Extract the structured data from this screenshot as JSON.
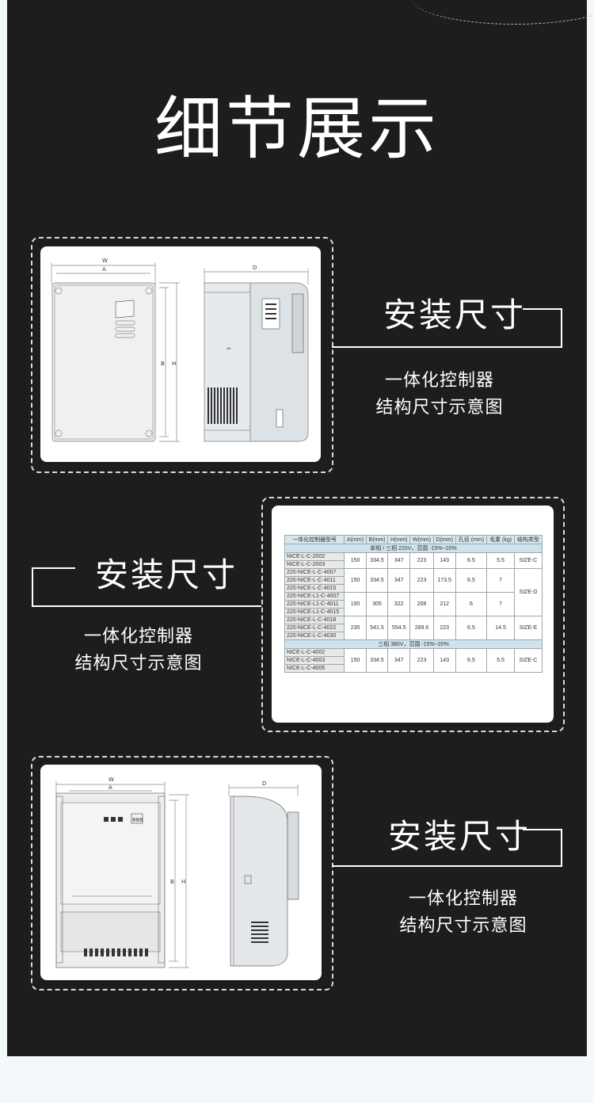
{
  "page": {
    "title": "细节展示"
  },
  "sections": [
    {
      "heading": "安装尺寸",
      "sub1": "一体化控制器",
      "sub2": "结构尺寸示意图"
    },
    {
      "heading": "安装尺寸",
      "sub1": "一体化控制器",
      "sub2": "结构尺寸示意图"
    },
    {
      "heading": "安装尺寸",
      "sub1": "一体化控制器",
      "sub2": "结构尺寸示意图"
    }
  ],
  "drawing1": {
    "w": "W",
    "a": "A",
    "d": "D",
    "b": "B",
    "h": "H",
    "arrow": "^"
  },
  "drawing3": {
    "w": "W",
    "a": "A",
    "d": "D",
    "b": "B",
    "h": "H",
    "display": "888"
  },
  "table": {
    "headers": [
      "一体化控制器型号",
      "A(mm)",
      "B(mm)",
      "H(mm)",
      "W(mm)",
      "D(mm)",
      "孔径 (mm)",
      "毛重 (kg)",
      "结构类型"
    ],
    "band1": "单相 / 三相 220V，范围 -15%~20%",
    "band2": "三相 380V，范围 -15%~20%",
    "g1": {
      "models": [
        "NICE-L-C-2002",
        "NICE-L-C-2003"
      ],
      "vals": [
        "150",
        "334.5",
        "347",
        "223",
        "143",
        "6.5",
        "5.5"
      ],
      "size": "SIZE-C"
    },
    "g2": {
      "models": [
        "220-NICE-L-C-4007",
        "220-NICE-L-C-4011",
        "220-NICE-L-C-4015"
      ],
      "vals": [
        "150",
        "334.5",
        "347",
        "223",
        "173.5",
        "6.5",
        "7"
      ]
    },
    "g3": {
      "models": [
        "220-NICE-L1-C-4007",
        "220-NICE-L1-C-4011",
        "220-NICE-L1-C-4015"
      ],
      "vals": [
        "190",
        "305",
        "322",
        "208",
        "212",
        "6",
        "7"
      ]
    },
    "sizeD": "SIZE-D",
    "g4": {
      "models": [
        "220-NICE-L-C-4018",
        "220-NICE-L-C-4022",
        "220-NICE-L-C-4030"
      ],
      "vals": [
        "235",
        "541.5",
        "554.5",
        "289.6",
        "223",
        "6.5",
        "14.5"
      ],
      "size": "SIZE-E"
    },
    "g5": {
      "models": [
        "NICE-L-C-4002",
        "NICE-L-C-4003",
        "NICE-L-C-4005"
      ],
      "vals": [
        "150",
        "334.5",
        "347",
        "223",
        "143",
        "6.5",
        "5.5"
      ],
      "size": "SIZE-C"
    }
  }
}
